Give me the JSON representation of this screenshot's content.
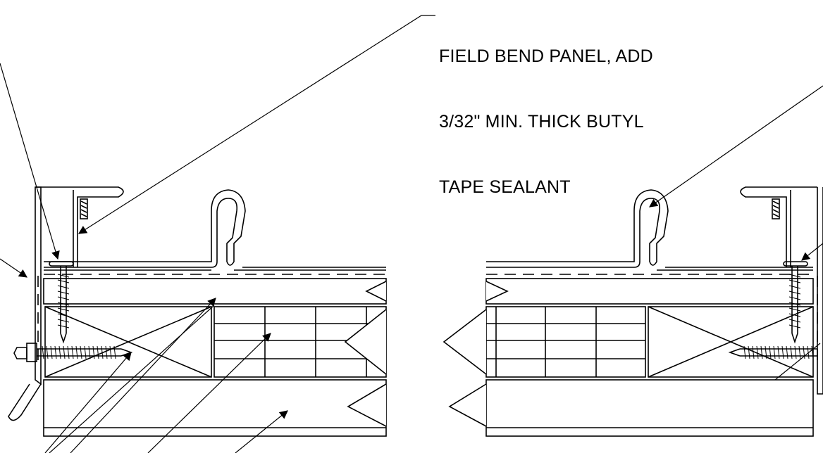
{
  "callout": {
    "lines": [
      "FIELD BEND PANEL, ADD",
      "3/32\" MIN. THICK BUTYL",
      "TAPE SEALANT"
    ]
  },
  "colors": {
    "line": "#000000",
    "background": "#ffffff"
  }
}
